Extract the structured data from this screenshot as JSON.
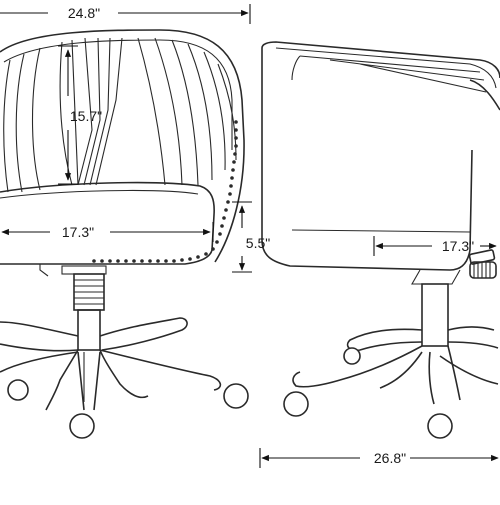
{
  "dimensions": {
    "overall_width": "24.8\"",
    "back_height": "15.7\"",
    "seat_width_front": "17.3\"",
    "seat_thickness": "5.5\"",
    "seat_depth_side": "17.3\"",
    "overall_depth": "26.8\""
  }
}
